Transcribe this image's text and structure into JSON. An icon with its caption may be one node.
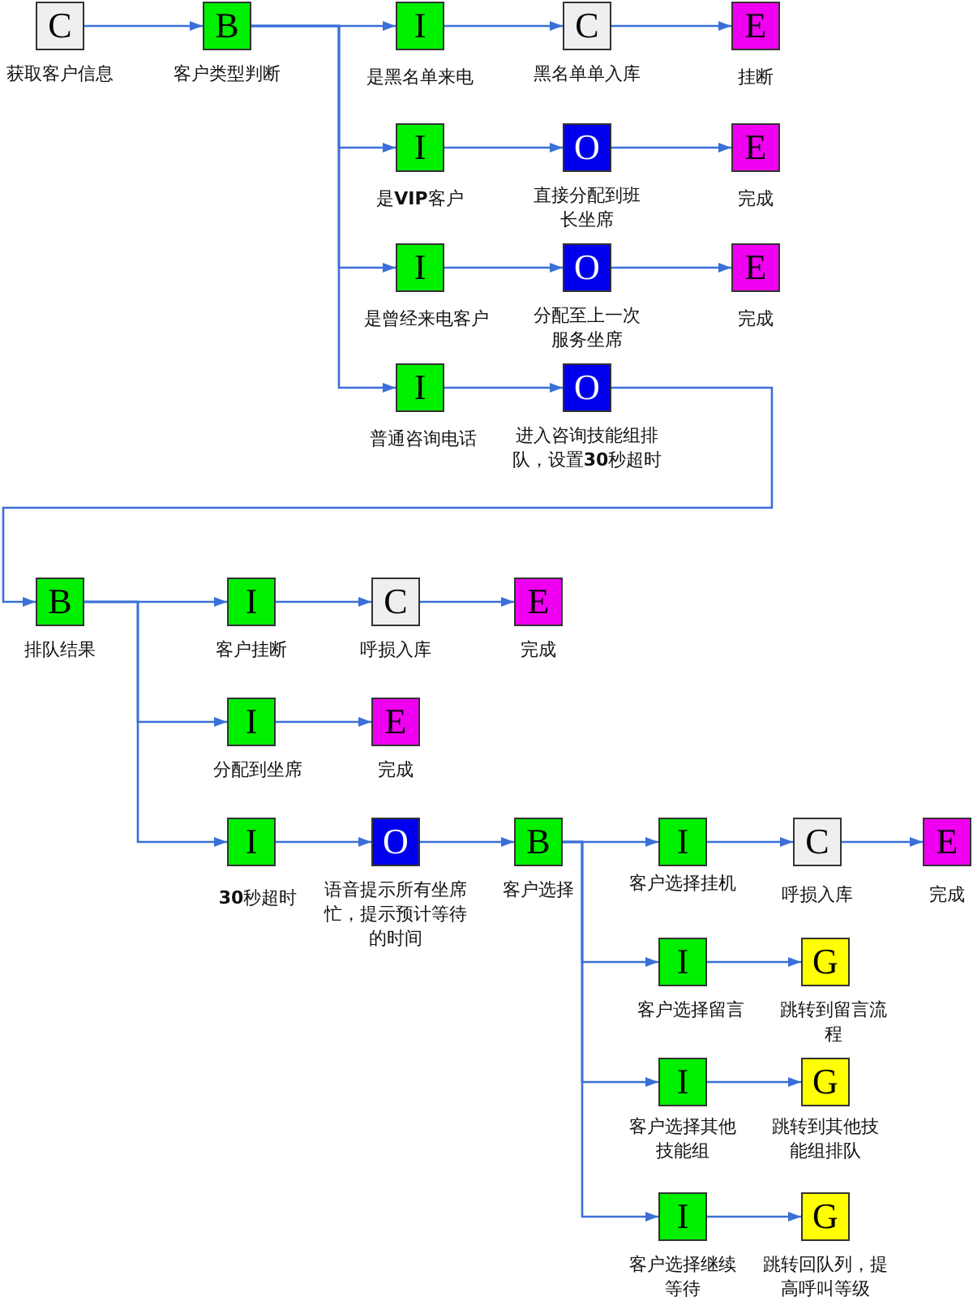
{
  "diagram": {
    "nodes": [
      {
        "text": [
          "C"
        ],
        "beside": [
          "获取客户信息"
        ]
      },
      {
        "text": [
          "B"
        ],
        "beside": [
          "客户类型判断"
        ]
      },
      {
        "text": [
          "I"
        ],
        "beside": [
          "是黑名单来电"
        ]
      },
      {
        "text": [
          "C"
        ],
        "beside": [
          "黑名单单入库"
        ]
      },
      {
        "text": [
          "E"
        ],
        "beside": [
          "挂断"
        ]
      },
      {
        "text": [
          "I"
        ],
        "beside": [
          "是**VIP**客户"
        ]
      },
      {
        "text": [
          "O"
        ],
        "beside": [
          "直接分配到班长坐席"
        ]
      },
      {
        "text": [
          "E"
        ],
        "beside": [
          "完成"
        ]
      },
      {
        "text": [
          "I"
        ],
        "beside": [
          "是曾经来电客户"
        ]
      },
      {
        "text": [
          "O"
        ],
        "beside": [
          "分配至上一次服务坐席"
        ]
      },
      {
        "text": [
          "E"
        ],
        "beside": [
          "完成"
        ]
      },
      {
        "text": [
          "I"
        ],
        "beside": [
          "普通咨询电话"
        ]
      },
      {
        "text": [
          "O"
        ],
        "beside": [
          "进入咨询技能组排队，设置**30**秒超时"
        ]
      },
      {
        "text": [
          "B"
        ],
        "beside": [
          "排队结果"
        ]
      },
      {
        "text": [
          "I"
        ],
        "beside": [
          "客户挂断"
        ]
      },
      {
        "text": [
          "C"
        ],
        "beside": [
          "呼损入库"
        ]
      },
      {
        "text": [
          "E"
        ],
        "beside": [
          "完成"
        ]
      },
      {
        "text": [
          "I"
        ],
        "beside": [
          "分配到坐席"
        ]
      },
      {
        "text": [
          "E"
        ],
        "beside": [
          "完成"
        ]
      },
      {
        "text": [
          "I"
        ],
        "beside": [
          "**30**秒超时"
        ]
      },
      {
        "text": [
          "O"
        ],
        "beside": [
          "语音提示所有坐席忙，提示预计等待的时间"
        ]
      },
      {
        "text": [
          "B"
        ],
        "beside": [
          "客户选择"
        ]
      },
      {
        "text": [
          "I"
        ],
        "beside": [
          "客户选择挂机"
        ]
      },
      {
        "text": [
          "C"
        ],
        "beside": [
          "呼损入库"
        ]
      },
      {
        "text": [
          "E"
        ],
        "beside": [
          "完成"
        ]
      },
      {
        "text": [
          "I"
        ],
        "beside": [
          "客户选择留言"
        ]
      },
      {
        "text": [
          "G"
        ],
        "beside": [
          "跳转到留言流程"
        ]
      },
      {
        "text": [
          "I"
        ],
        "beside": [
          "客户选择其他技能组"
        ]
      },
      {
        "text": [
          "G"
        ],
        "beside": [
          "跳转到其他技能组排队"
        ]
      },
      {
        "text": [
          "I"
        ],
        "beside": [
          "客户选择继续等待"
        ]
      },
      {
        "text": [
          "G"
        ],
        "beside": [
          "跳转回队列，提高呼叫等级"
        ]
      }
    ],
    "edges": [
      {
        "from": 0,
        "to": 1,
        "arrow": "to"
      },
      {
        "from": 1,
        "to": 2,
        "arrow": "to"
      },
      {
        "from": 1,
        "to": 5,
        "arrow": "to"
      },
      {
        "from": 1,
        "to": 8,
        "arrow": "to"
      },
      {
        "from": 1,
        "to": 11,
        "arrow": "to"
      },
      {
        "from": 2,
        "to": 3,
        "arrow": "to"
      },
      {
        "from": 3,
        "to": 4,
        "arrow": "to"
      },
      {
        "from": 5,
        "to": 6,
        "arrow": "to"
      },
      {
        "from": 6,
        "to": 7,
        "arrow": "to"
      },
      {
        "from": 8,
        "to": 9,
        "arrow": "to"
      },
      {
        "from": 9,
        "to": 10,
        "arrow": "to"
      },
      {
        "from": 11,
        "to": 12,
        "arrow": "to"
      },
      {
        "from": 12,
        "to": 13,
        "arrow": "to"
      },
      {
        "from": 13,
        "to": 14,
        "arrow": "to"
      },
      {
        "from": 13,
        "to": 17,
        "arrow": "to"
      },
      {
        "from": 13,
        "to": 19,
        "arrow": "to"
      },
      {
        "from": 14,
        "to": 15,
        "arrow": "to"
      },
      {
        "from": 15,
        "to": 16,
        "arrow": "to"
      },
      {
        "from": 17,
        "to": 18,
        "arrow": "to"
      },
      {
        "from": 19,
        "to": 20,
        "arrow": "to"
      },
      {
        "from": 20,
        "to": 21,
        "arrow": "to"
      },
      {
        "from": 21,
        "to": 22,
        "arrow": "to"
      },
      {
        "from": 21,
        "to": 25,
        "arrow": "to"
      },
      {
        "from": 21,
        "to": 27,
        "arrow": "to"
      },
      {
        "from": 21,
        "to": 29,
        "arrow": "to"
      },
      {
        "from": 22,
        "to": 23,
        "arrow": "to"
      },
      {
        "from": 23,
        "to": 24,
        "arrow": "to"
      },
      {
        "from": 25,
        "to": 26,
        "arrow": "to"
      },
      {
        "from": 27,
        "to": 28,
        "arrow": "to"
      },
      {
        "from": 29,
        "to": 30,
        "arrow": "to"
      }
    ]
  }
}
